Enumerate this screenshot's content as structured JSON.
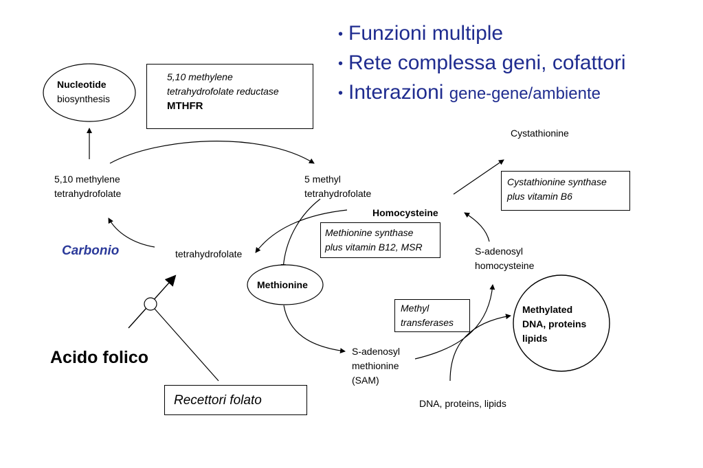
{
  "bullets": [
    {
      "text": "Funzioni multiple"
    },
    {
      "text": "Rete complessa geni, cofattori"
    },
    {
      "text": "Interazioni",
      "small": "gene-gene/ambiente"
    }
  ],
  "nodes": {
    "nucleotide": {
      "line1": "Nucleotide",
      "line2": "biosynthesis"
    },
    "mthfr": {
      "line1": "5,10 methylene",
      "line2": "tetrahydrofolate reductase",
      "line3": "MTHFR"
    },
    "methylene_thf": {
      "line1": "5,10 methylene",
      "line2": "tetrahydrofolate"
    },
    "methyl_thf": {
      "line1": "5 methyl",
      "line2": "tetrahydrofolate"
    },
    "cystathionine": "Cystathionine",
    "cbs": {
      "line1": "Cystathionine synthase",
      "line2": "plus vitamin B6"
    },
    "homocysteine": "Homocysteine",
    "ms": {
      "line1": "Methionine synthase",
      "line2": "plus vitamin B12, MSR"
    },
    "sah": {
      "line1": "S-adenosyl",
      "line2": "homocysteine"
    },
    "carbonio": "Carbonio",
    "thf": "tetrahydrofolate",
    "methionine": "Methionine",
    "methyl_transferases": {
      "line1": "Methyl",
      "line2": "transferases"
    },
    "methylated": {
      "line1": "Methylated",
      "line2": "DNA, proteins",
      "line3": "lipids"
    },
    "sam": {
      "line1": "S-adenosyl",
      "line2": "methionine",
      "line3": "(SAM)"
    },
    "acido_folico": "Acido folico",
    "recettori": "Recettori folato",
    "dna_proteins": "DNA, proteins, lipids"
  },
  "colors": {
    "bullet_text": "#1f2c8f",
    "carbonio": "#2b3a9a",
    "lines": "#000000"
  }
}
